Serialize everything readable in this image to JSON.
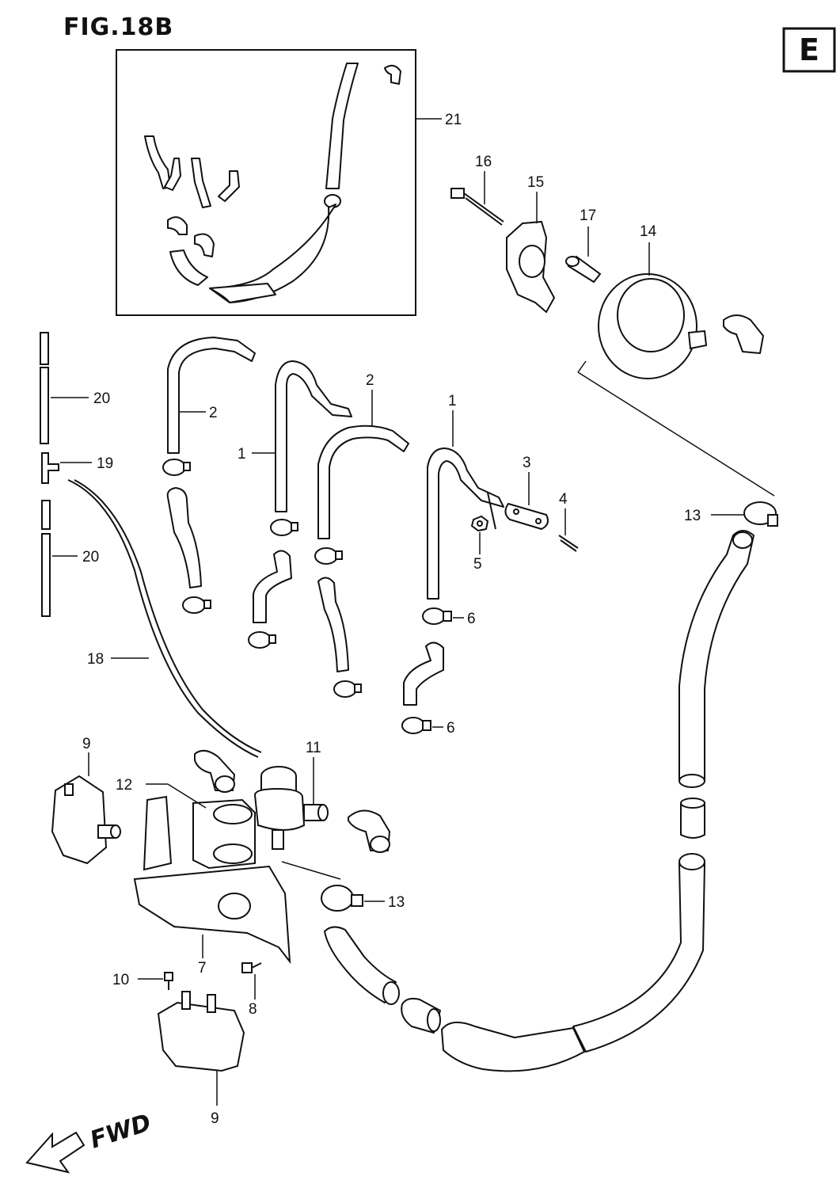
{
  "figure": {
    "title": "FIG.18B",
    "section_badge": "E",
    "direction_label": "FWD"
  },
  "callouts": {
    "c1a": "1",
    "c1b": "1",
    "c2a": "2",
    "c2b": "2",
    "c3": "3",
    "c4": "4",
    "c5": "5",
    "c6a": "6",
    "c6b": "6",
    "c7": "7",
    "c8": "8",
    "c9a": "9",
    "c9b": "9",
    "c10": "10",
    "c11": "11",
    "c12": "12",
    "c13a": "13",
    "c13b": "13",
    "c14": "14",
    "c15": "15",
    "c16": "16",
    "c17": "17",
    "c18": "18",
    "c19": "19",
    "c20a": "20",
    "c20b": "20",
    "c21": "21"
  }
}
